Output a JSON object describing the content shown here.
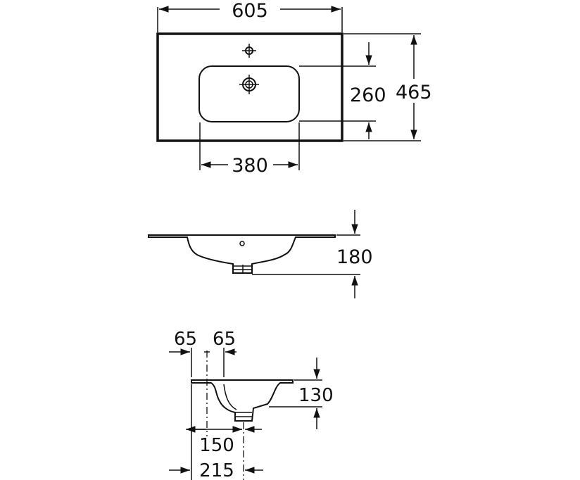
{
  "top_view": {
    "width_label": "605",
    "depth_label": "465",
    "bowl_depth_label": "260",
    "bowl_width_label": "380"
  },
  "front_view": {
    "height_label": "180"
  },
  "side_view": {
    "left_offset_label": "65",
    "right_offset_label": "65",
    "height_label": "130",
    "inner_label": "150",
    "outer_label": "215"
  }
}
